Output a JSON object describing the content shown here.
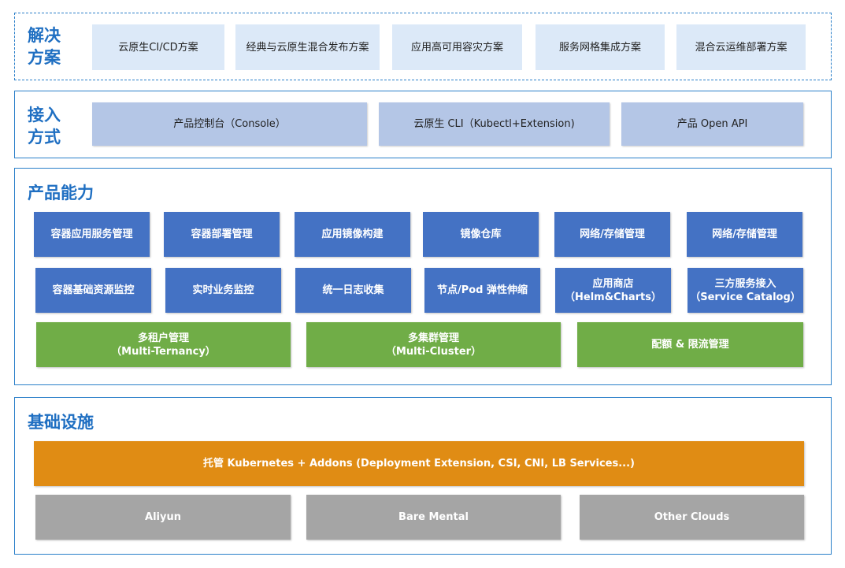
{
  "solutions": {
    "title_lines": [
      "解决",
      "方案"
    ],
    "items": [
      "云原生CI/CD方案",
      "经典与云原生混合发布方案",
      "应用高可用容灾方案",
      "服务网格集成方案",
      "混合云运维部署方案"
    ]
  },
  "access": {
    "title_lines": [
      "接入",
      "方式"
    ],
    "items": [
      "产品控制台（Console）",
      "云原生 CLI（Kubectl+Extension)",
      "产品 Open API"
    ]
  },
  "capabilities": {
    "title": "产品能力",
    "row1": [
      "容器应用服务管理",
      "容器部署管理",
      "应用镜像构建",
      "镜像仓库",
      "网络/存储管理",
      "网络/存储管理"
    ],
    "row2": [
      [
        "容器基础资源监控"
      ],
      [
        "实时业务监控"
      ],
      [
        "统一日志收集"
      ],
      [
        "节点/Pod 弹性伸缩"
      ],
      [
        "应用商店",
        "（Helm&Charts）"
      ],
      [
        "三方服务接入",
        "（Service Catalog）"
      ]
    ],
    "row3": [
      [
        "多租户管理",
        "（Multi-Ternancy）"
      ],
      [
        "多集群管理",
        "（Multi-Cluster）"
      ],
      [
        "配额 & 限流管理"
      ]
    ]
  },
  "infrastructure": {
    "title": "基础设施",
    "managed": "托管 Kubernetes + Addons (Deployment Extension, CSI, CNI, LB Services...)",
    "providers": [
      "Aliyun",
      "Bare Mental",
      "Other Clouds"
    ]
  },
  "colors": {
    "section_border": "#2a7fc9",
    "title": "#1f6fc2",
    "solution_box": "#dce9f8",
    "access_box": "#b4c6e6",
    "capability_blue": "#4472c4",
    "capability_green": "#70ad47",
    "managed_orange": "#e08c14",
    "provider_gray": "#a5a5a5"
  }
}
